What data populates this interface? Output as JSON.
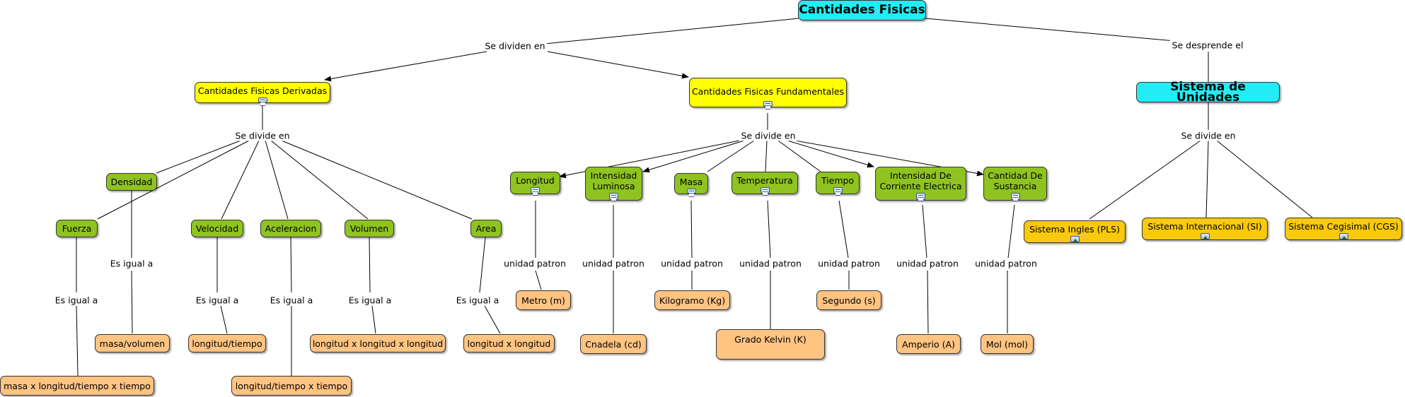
{
  "nodes": {
    "cantidades_fisicas": "Cantidades Fisicas",
    "sistema_unidades": "Sistema de Unidades",
    "derivadas": "Cantidades Fisicas Derivadas",
    "fundamentales": "Cantidades Fisicas Fundamentales",
    "densidad": "Densidad",
    "fuerza": "Fuerza",
    "velocidad": "Velocidad",
    "aceleracion": "Aceleracion",
    "volumen": "Volumen",
    "area": "Area",
    "masa_volumen": "masa/volumen",
    "longitud_tiempo": "longitud/tiempo",
    "lxlxl": "longitud x longitud x longitud",
    "lxl": "longitud x longitud",
    "masa_long_tiempo": "masa x longitud/tiempo x tiempo",
    "long_tiempo_tiempo": "longitud/tiempo x tiempo",
    "longitud": "Longitud",
    "intensidad_luminosa": "Intensidad Luminosa",
    "masa": "Masa",
    "temperatura": "Temperatura",
    "tiempo": "Tiempo",
    "intensidad_corriente": "Intensidad De Corriente Electrica",
    "cantidad_sustancia": "Cantidad De Sustancia",
    "metro": "Metro (m)",
    "candela": "Cnadela (cd)",
    "kilogramo": "Kilogramo (Kg)",
    "kelvin": "Grado Kelvin (K)",
    "segundo": "Segundo (s)",
    "amperio": "Amperio (A)",
    "mol": "Mol (mol)",
    "sistema_ingles": "Sistema Ingles (PLS)",
    "sistema_internacional": "Sistema Internacional (SI)",
    "sistema_cegesimal": "Sistema Cegisimal (CGS)"
  },
  "links": {
    "se_dividen_en": "Se dividen en",
    "se_desprende_el": "Se desprende el",
    "se_divide_en": "Se divide en",
    "es_igual_a": "Es igual a",
    "unidad_patron": "unidad patron"
  },
  "icons": {
    "document": "document-icon",
    "image": "image-icon"
  },
  "colors": {
    "root": "#22ecf4",
    "category": "#ffff00",
    "concept": "#8fc31f",
    "formula": "#ffc382",
    "system": "#f9c90b"
  }
}
